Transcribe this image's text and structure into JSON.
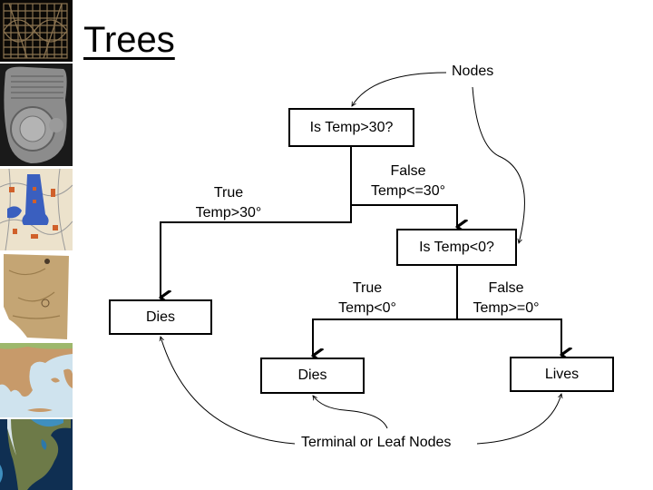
{
  "slide": {
    "title": "Trees"
  },
  "sidebar_images": [
    {
      "name": "grid-chart-image",
      "description": "stick chart grid on black"
    },
    {
      "name": "clay-tablet-map-image",
      "description": "Babylonian clay tablet map"
    },
    {
      "name": "medieval-map-image",
      "description": "illustrated medieval map"
    },
    {
      "name": "parchment-map-image",
      "description": "old parchment map"
    },
    {
      "name": "greece-map-image",
      "description": "relief map of Greece"
    },
    {
      "name": "north-america-globe-image",
      "description": "satellite view of North America"
    }
  ],
  "tree": {
    "root": {
      "label": "Is Temp>30?"
    },
    "root_true_edge": {
      "line1": "True",
      "line2": "Temp>30°"
    },
    "root_false_edge": {
      "line1": "False",
      "line2": "Temp<=30°"
    },
    "leaf_dies_1": {
      "label": "Dies"
    },
    "decision_2": {
      "label": "Is Temp<0?"
    },
    "d2_true_edge": {
      "line1": "True",
      "line2": "Temp<0°"
    },
    "d2_false_edge": {
      "line1": "False",
      "line2": "Temp>=0°"
    },
    "leaf_dies_2": {
      "label": "Dies"
    },
    "leaf_lives": {
      "label": "Lives"
    }
  },
  "annotations": {
    "nodes": "Nodes",
    "leaf_nodes": "Terminal or Leaf Nodes"
  }
}
